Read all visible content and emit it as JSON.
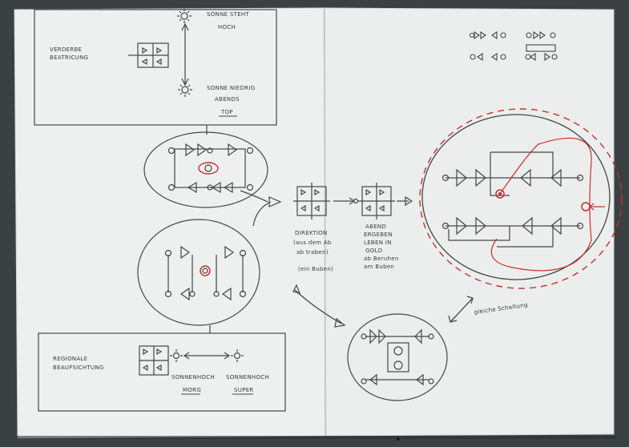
{
  "scene": {
    "description_hint": "",
    "colors": {
      "background": "#3b4143",
      "paper": "#eef0ef",
      "paper_shadow": "#d9dcdc",
      "ink": "#3a3a3a",
      "red_ink": "#c9302c"
    }
  },
  "labels": {
    "top_box_title_1": "VERDERBE",
    "top_box_title_2": "BEATRICUNG",
    "top_sun_top_1": "SONNE STEHT",
    "top_sun_top_2": "HOCH",
    "top_sun_bottom_1": "SONNE NIEDRIG",
    "top_sun_bottom_2": "ABENDS",
    "top_box_footer": "TOP",
    "middle_note_1": "DIREKTION",
    "middle_note_2": "(aus dem Ab",
    "middle_note_3": "ab traben)",
    "middle_note_4": "(ein Buben)",
    "right_note_1": "ABEND",
    "right_note_2": "ERGEBEN",
    "right_note_3": "LEBEN IN",
    "right_note_4": "GOLD",
    "right_note_5": "ab Beruhen",
    "right_note_6": "am Buben",
    "right_side_note": "gleiche Schaltung",
    "bottom_box_title_1": "REGIONALE",
    "bottom_box_title_2": "BEAUFSICHTUNG",
    "bottom_box_label_1": "SONNENHOCH",
    "bottom_box_label_2": "SONNENHOCH",
    "bottom_box_sub_1": "MORG",
    "bottom_box_sub_2": "SUPER"
  }
}
